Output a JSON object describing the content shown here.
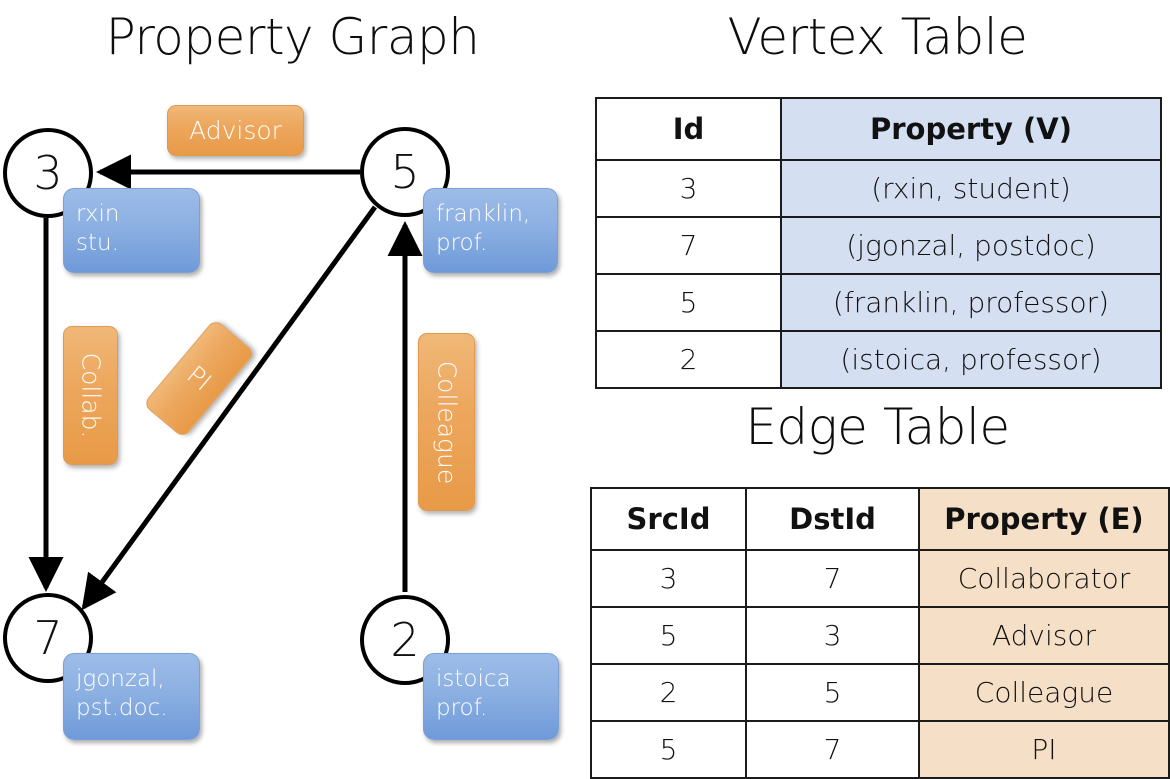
{
  "titles": {
    "property_graph": "Property Graph",
    "vertex_table": "Vertex Table",
    "edge_table": "Edge Table"
  },
  "graph": {
    "nodes": [
      {
        "id": "3",
        "label": "rxin\nstu."
      },
      {
        "id": "5",
        "label": "franklin,\nprof."
      },
      {
        "id": "7",
        "label": "jgonzal,\npst.doc."
      },
      {
        "id": "2",
        "label": "istoica\nprof."
      }
    ],
    "node_ids": {
      "n3": "3",
      "n5": "5",
      "n7": "7",
      "n2": "2"
    },
    "node_props": {
      "rxin_line1": "rxin",
      "rxin_line2": "stu.",
      "franklin_line1": "franklin,",
      "franklin_line2": "prof.",
      "jgonzal_line1": "jgonzal,",
      "jgonzal_line2": "pst.doc.",
      "istoica_line1": "istoica",
      "istoica_line2": "prof."
    },
    "edge_labels": {
      "advisor": "Advisor",
      "collab": "Collab.",
      "pi": "PI",
      "colleague": "Colleague"
    },
    "edges": [
      {
        "src": "5",
        "dst": "3",
        "label": "Advisor"
      },
      {
        "src": "3",
        "dst": "7",
        "label": "Collab."
      },
      {
        "src": "5",
        "dst": "7",
        "label": "PI"
      },
      {
        "src": "2",
        "dst": "5",
        "label": "Colleague"
      }
    ]
  },
  "vertex_table": {
    "headers": [
      "Id",
      "Property (V)"
    ],
    "rows": [
      [
        "3",
        "(rxin, student)"
      ],
      [
        "7",
        "(jgonzal, postdoc)"
      ],
      [
        "5",
        "(franklin, professor)"
      ],
      [
        "2",
        "(istoica, professor)"
      ]
    ]
  },
  "edge_table": {
    "headers": [
      "SrcId",
      "DstId",
      "Property (E)"
    ],
    "rows": [
      [
        "3",
        "7",
        "Collaborator"
      ],
      [
        "5",
        "3",
        "Advisor"
      ],
      [
        "2",
        "5",
        "Colleague"
      ],
      [
        "5",
        "7",
        "PI"
      ]
    ]
  },
  "colors": {
    "vertex_property_fill": "#d4dff2",
    "edge_property_fill": "#f5dfc6",
    "node_box_blue": "#8cb0e2",
    "edge_label_orange": "#eda85f",
    "stroke": "#111111",
    "background": "#ffffff"
  }
}
